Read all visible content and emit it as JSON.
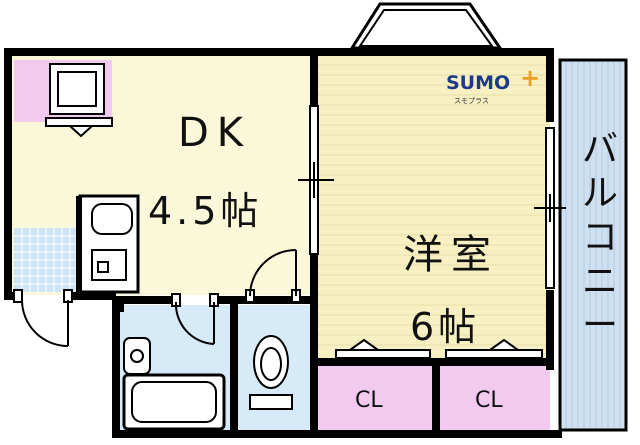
{
  "rooms": {
    "dk": {
      "name": "DK",
      "size": "4.5帖"
    },
    "western": {
      "name": "洋室",
      "size": "6帖"
    },
    "closet_1": {
      "label": "CL"
    },
    "closet_2": {
      "label": "CL"
    },
    "balcony": {
      "label": "バルコニー"
    }
  },
  "watermark": {
    "logo": "SUMO",
    "sub": "スモプラス"
  },
  "colors": {
    "wall": "#000000",
    "dk_floor": "#fbf7d9",
    "western_floor": "#f6f0c3",
    "tile": "#cfe3f6",
    "bath_area": "#d6eaf8",
    "closet": "#f2c9ef",
    "balcony": "#cfe0f0",
    "logo_plus": "#f0a020",
    "logo_text": "#1d3a8a"
  }
}
